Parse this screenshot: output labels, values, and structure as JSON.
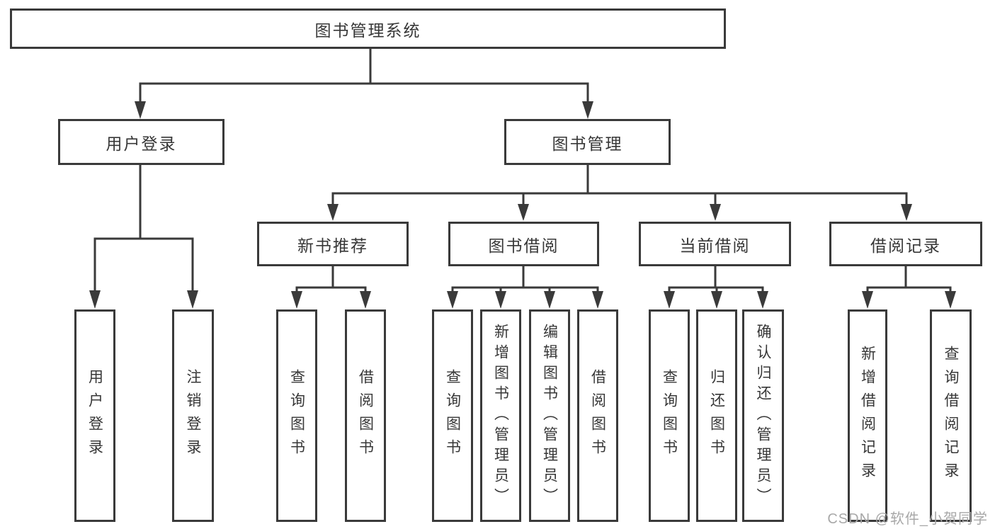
{
  "diagram_title": "图书管理系统",
  "colors": {
    "line": "#3a3a3a",
    "text": "#373737",
    "box_bg": "#ffffff",
    "watermark": "#a8a8a8"
  },
  "watermark": {
    "text": "CSDN @软件_小贺同学"
  },
  "tree": {
    "root": {
      "label": "图书管理系统"
    },
    "branches": [
      {
        "label": "用户登录",
        "children": [
          {
            "label": "用户登录"
          },
          {
            "label": "注销登录"
          }
        ]
      },
      {
        "label": "图书管理",
        "children": [
          {
            "label": "新书推荐",
            "children": [
              {
                "label": "查询图书"
              },
              {
                "label": "借阅图书"
              }
            ]
          },
          {
            "label": "图书借阅",
            "children": [
              {
                "label": "查询图书"
              },
              {
                "label": "新增图书（管理员）"
              },
              {
                "label": "编辑图书（管理员）"
              },
              {
                "label": "借阅图书"
              }
            ]
          },
          {
            "label": "当前借阅",
            "children": [
              {
                "label": "查询图书"
              },
              {
                "label": "归还图书"
              },
              {
                "label": "确认归还（管理员）"
              }
            ]
          },
          {
            "label": "借阅记录",
            "children": [
              {
                "label": "新增借阅记录"
              },
              {
                "label": "查询借阅记录"
              }
            ]
          }
        ]
      }
    ]
  }
}
